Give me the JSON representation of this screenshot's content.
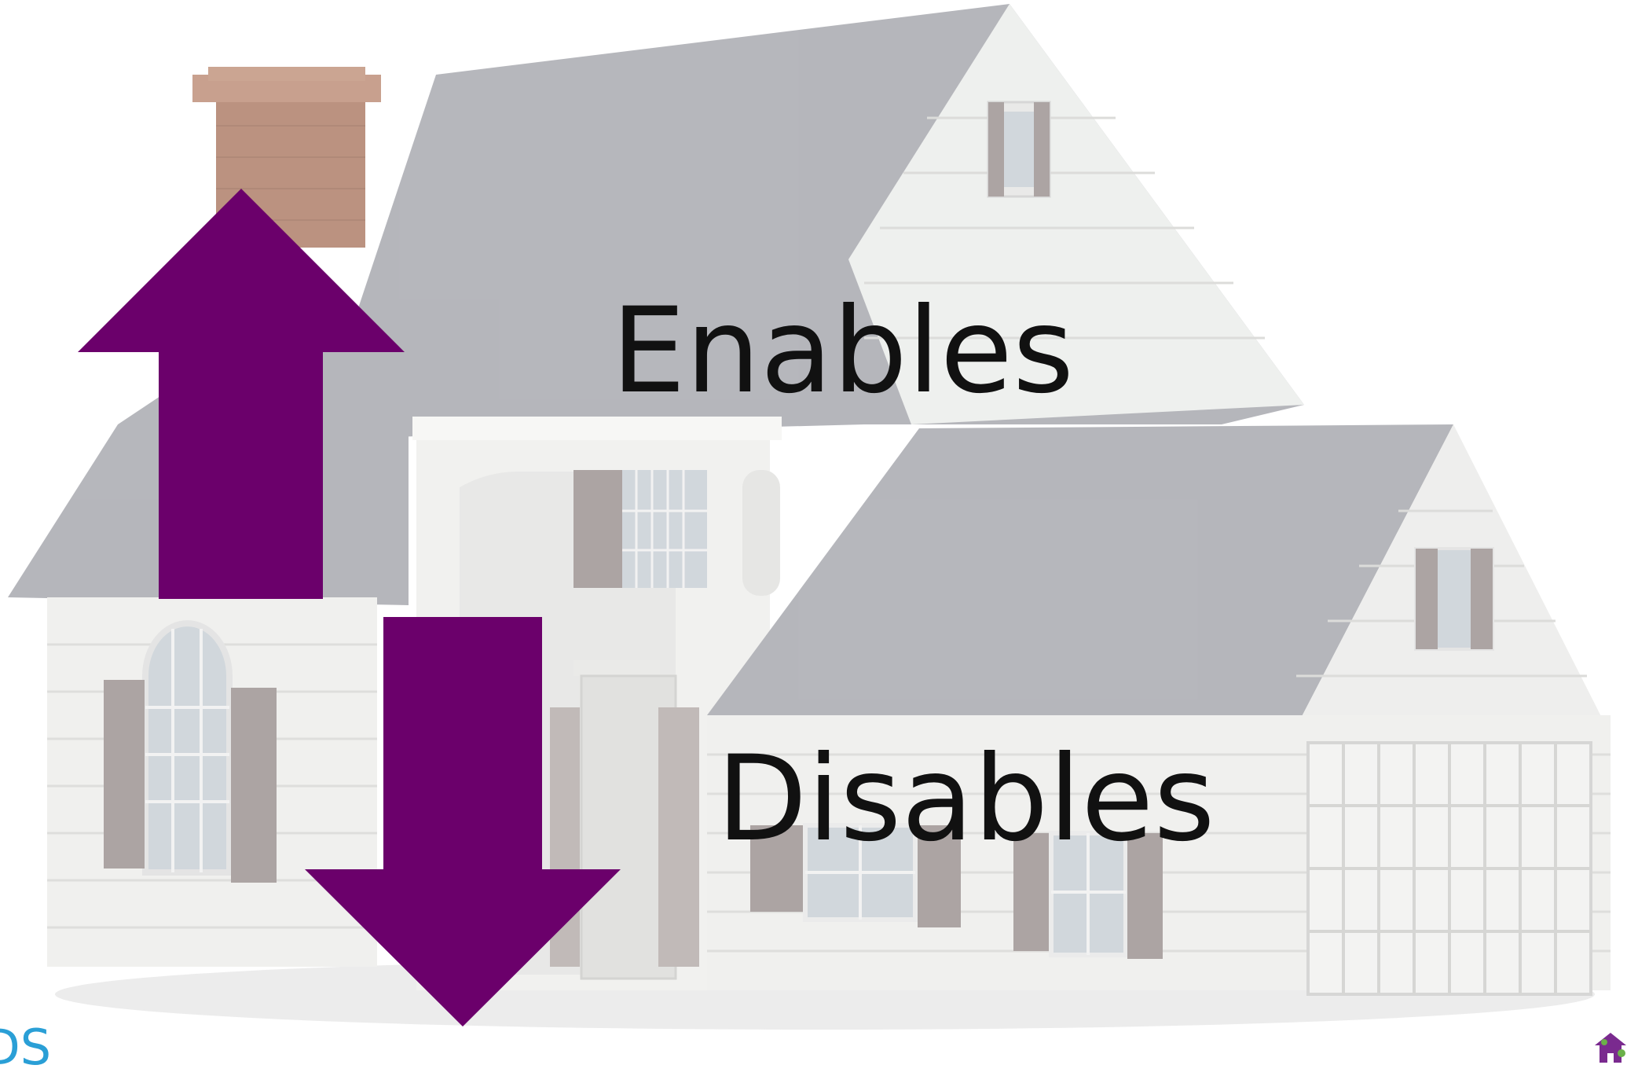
{
  "slide": {
    "enables_label": "Enables",
    "disables_label": "Disables"
  },
  "colors": {
    "arrow_fill": "#6b006b",
    "text": "#111111",
    "roof": "#a9aab0",
    "siding": "#eeeeec",
    "trim": "#f7f7f5",
    "shutter": "#9e9594",
    "chimney": "#b0806a",
    "window_glass": "#c9d1d6",
    "logo_blue": "#2a9fd6"
  },
  "icons": {
    "background": "house-illustration",
    "up": "up-arrow-icon",
    "down": "down-arrow-icon",
    "corner_left": "partial-logo-icon",
    "corner_right": "house-logo-icon"
  }
}
